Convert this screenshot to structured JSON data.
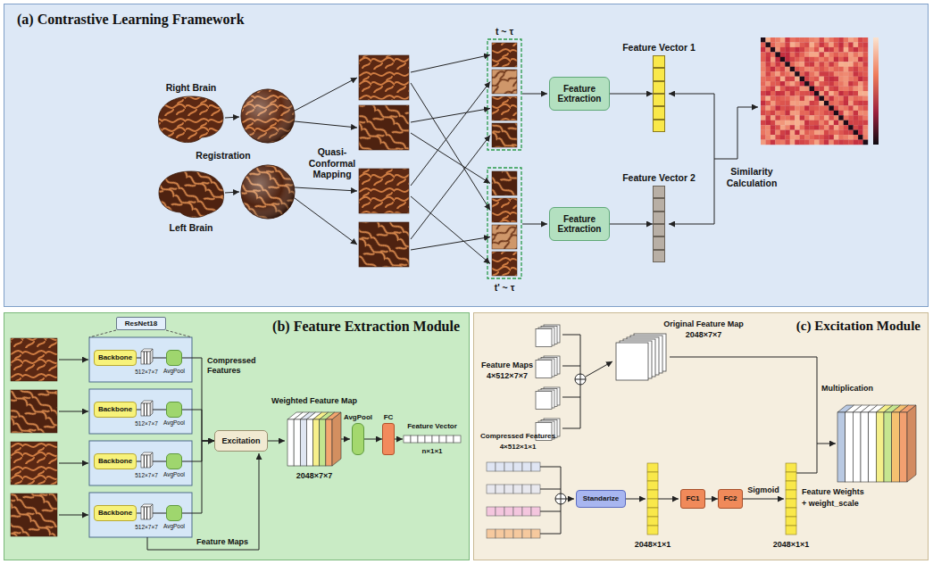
{
  "diagram": {
    "nodes": [
      {
        "text": [
          "(a) Contrastive Learning Framework"
        ]
      },
      {
        "text": [
          "Feature Extraction"
        ],
        "in": 0
      },
      {
        "text": [
          "Feature Extraction"
        ],
        "in": 0
      },
      {
        "text": [
          "Feature Vector 1"
        ],
        "in": 0
      },
      {
        "text": [
          "Feature Vector 2"
        ],
        "in": 0
      },
      {
        "text": [
          "(b) Feature Extraction Module"
        ]
      },
      {
        "text": [
          "ResNet18"
        ],
        "in": 5
      },
      {
        "text": [
          "Backbone"
        ],
        "in": 5
      },
      {
        "text": [
          "Backbone"
        ],
        "in": 5
      },
      {
        "text": [
          "Backbone"
        ],
        "in": 5
      },
      {
        "text": [
          "Backbone"
        ],
        "in": 5
      },
      {
        "text": [
          "AvgPool"
        ],
        "in": 5
      },
      {
        "text": [
          "AvgPool"
        ],
        "in": 5
      },
      {
        "text": [
          "AvgPool"
        ],
        "in": 5
      },
      {
        "text": [
          "AvgPool"
        ],
        "in": 5
      },
      {
        "text": [
          "Excitation"
        ],
        "in": 5
      },
      {
        "text": [
          "AvgPool"
        ],
        "in": 5
      },
      {
        "text": [
          "FC"
        ],
        "in": 5
      },
      {
        "text": [
          "(c) Excitation Module"
        ]
      },
      {
        "text": [
          "Standarize"
        ],
        "in": 18
      },
      {
        "text": [
          "FC1"
        ],
        "in": 18
      },
      {
        "text": [
          "FC2"
        ],
        "in": 18
      }
    ],
    "edges": [
      {
        "from": 1,
        "to": 3,
        "arrow": "to"
      },
      {
        "from": 2,
        "to": 4,
        "arrow": "to"
      },
      {
        "from": 11,
        "to": 15,
        "arrow": "to"
      },
      {
        "from": 12,
        "to": 15,
        "arrow": "to"
      },
      {
        "from": 13,
        "to": 15,
        "arrow": "to"
      },
      {
        "from": 14,
        "to": 15,
        "arrow": "to"
      },
      {
        "from": 16,
        "to": 17,
        "arrow": "to"
      },
      {
        "from": 20,
        "to": 21,
        "arrow": "to"
      }
    ],
    "labels": [
      "Right Brain",
      "Left Brain",
      "Registration",
      "Quasi-Conformal Mapping",
      "t ~ τ",
      "t' ~ τ",
      "Similarity Calculation",
      "512×7×7",
      "512×7×7",
      "512×7×7",
      "512×7×7",
      "Compressed Features",
      "Feature Maps",
      "Weighted Feature Map",
      "2048×7×7",
      "Feature Vector",
      "n×1×1",
      "Feature Maps",
      "4×512×7×7",
      "Original Feature Map",
      "2048×7×7",
      "Compressed Features",
      "4×512×1×1",
      "2048×1×1",
      "Sigmoid",
      "2048×1×1",
      "Multiplication",
      "Feature Weights",
      "+ weight_scale"
    ]
  }
}
